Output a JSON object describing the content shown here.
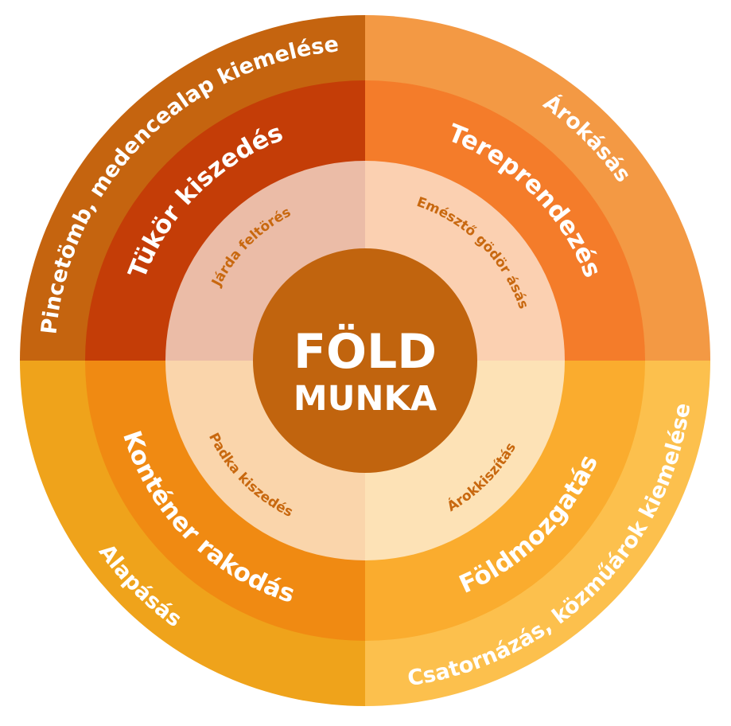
{
  "center": {
    "line1": "FÖLD",
    "line2": "MUNKA",
    "color": "#c1640e"
  },
  "quadrants": [
    {
      "position": "top-left",
      "outer": {
        "label": "Pincetömb, medencealap kiemelése",
        "color": "#c5640f"
      },
      "middle": {
        "label": "Tükör kiszedés",
        "color": "#c43d07"
      },
      "inner": {
        "label": "Járda feltörés",
        "color": "#ebbca7",
        "text_color": "#c8680f"
      }
    },
    {
      "position": "top-right",
      "outer": {
        "label": "Árokásás",
        "color": "#f39944"
      },
      "middle": {
        "label": "Tereprendezés",
        "color": "#f47c2a"
      },
      "inner": {
        "label": "Emésztő gödör ásás",
        "color": "#fbd0b1",
        "text_color": "#c8680f"
      }
    },
    {
      "position": "bottom-right",
      "outer": {
        "label": "Csatornázás, közműárok kiemelése",
        "color": "#fcc04d"
      },
      "middle": {
        "label": "Földmozgatás",
        "color": "#faac2e"
      },
      "inner": {
        "label": "Árokkiszítás",
        "color": "#fde2b6",
        "text_color": "#c8680f"
      }
    },
    {
      "position": "bottom-left",
      "outer": {
        "label": "Alapásás",
        "color": "#efa31b"
      },
      "middle": {
        "label": "Konténer rakodás",
        "color": "#f08a12"
      },
      "inner": {
        "label": "Padka kiszedés",
        "color": "#fad5ab",
        "text_color": "#c8680f"
      }
    }
  ]
}
